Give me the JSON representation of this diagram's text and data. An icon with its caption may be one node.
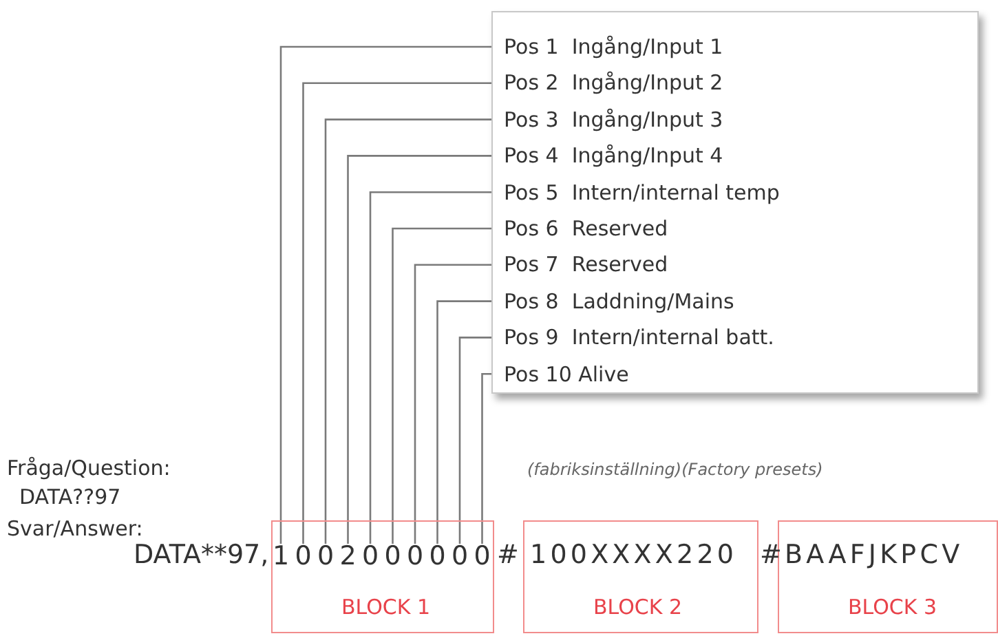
{
  "diagram": {
    "nodes": [
      {
        "text": [],
        "shape": "box"
      },
      {
        "text": [
          "Pos 1  Ingång/Input 1"
        ],
        "in": 0
      },
      {
        "text": [
          "Pos 2  Ingång/Input 2"
        ],
        "in": 0
      },
      {
        "text": [
          "Pos 3  Ingång/Input 3"
        ],
        "in": 0
      },
      {
        "text": [
          "Pos 4  Ingång/Input 4"
        ],
        "in": 0
      },
      {
        "text": [
          "Pos 5  Intern/internal temp"
        ],
        "in": 0
      },
      {
        "text": [
          "Pos 6  Reserved"
        ],
        "in": 0
      },
      {
        "text": [
          "Pos 7  Reserved"
        ],
        "in": 0
      },
      {
        "text": [
          "Pos 8  Laddning/Mains"
        ],
        "in": 0
      },
      {
        "text": [
          "Pos 9  Intern/internal batt."
        ],
        "in": 0
      },
      {
        "text": [
          "Pos 10 Alive"
        ],
        "in": 0
      },
      {
        "text": [
          "BLOCK 1"
        ]
      },
      {
        "text": [
          "1"
        ],
        "in": 11
      },
      {
        "text": [
          "0"
        ],
        "in": 11
      },
      {
        "text": [
          "0"
        ],
        "in": 11
      },
      {
        "text": [
          "2"
        ],
        "in": 11
      },
      {
        "text": [
          "0"
        ],
        "in": 11
      },
      {
        "text": [
          "0"
        ],
        "in": 11
      },
      {
        "text": [
          "0"
        ],
        "in": 11
      },
      {
        "text": [
          "0"
        ],
        "in": 11
      },
      {
        "text": [
          "0"
        ],
        "in": 11
      },
      {
        "text": [
          "0"
        ],
        "in": 11
      },
      {
        "text": [
          "100XXXX220",
          "BLOCK 2"
        ]
      },
      {
        "text": [
          "BAAFJKPCV",
          "BLOCK 3"
        ]
      }
    ],
    "edges": [
      {
        "from": 1,
        "to": 12,
        "arrow": "none"
      },
      {
        "from": 2,
        "to": 13,
        "arrow": "none"
      },
      {
        "from": 3,
        "to": 14,
        "arrow": "none"
      },
      {
        "from": 4,
        "to": 15,
        "arrow": "none"
      },
      {
        "from": 5,
        "to": 16,
        "arrow": "none"
      },
      {
        "from": 6,
        "to": 17,
        "arrow": "none"
      },
      {
        "from": 7,
        "to": 18,
        "arrow": "none"
      },
      {
        "from": 8,
        "to": 19,
        "arrow": "none"
      },
      {
        "from": 9,
        "to": 20,
        "arrow": "none"
      },
      {
        "from": 10,
        "to": 21,
        "arrow": "none"
      }
    ],
    "labels": [
      "Fråga/Question:",
      "(fabriksinställning)(Factory presets)",
      "DATA??97",
      "Svar/Answer:",
      "DATA**97,",
      "#",
      "#"
    ]
  }
}
